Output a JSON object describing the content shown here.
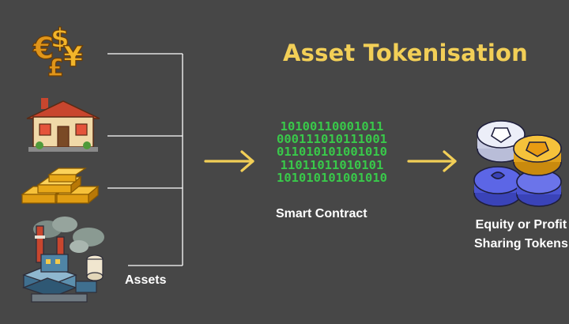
{
  "title": "Asset Tokenisation",
  "binary_lines": [
    "10100110001011",
    "000111010111001",
    "011010101001010",
    "11011011010101",
    "101010101001010"
  ],
  "labels": {
    "smart_contract": "Smart Contract",
    "assets": "Assets",
    "tokens_line1": "Equity or Profit",
    "tokens_line2": "Sharing Tokens"
  },
  "icons": {
    "currency": "currency-symbols-icon",
    "house": "house-icon",
    "gold": "gold-bars-icon",
    "factory": "factory-icon",
    "coins": "token-coins-icon"
  },
  "colors": {
    "background": "#474747",
    "title": "#f2cf57",
    "binary": "#39c94a",
    "arrow": "#f2cf57",
    "connector": "#ffffff",
    "label": "#ffffff"
  }
}
